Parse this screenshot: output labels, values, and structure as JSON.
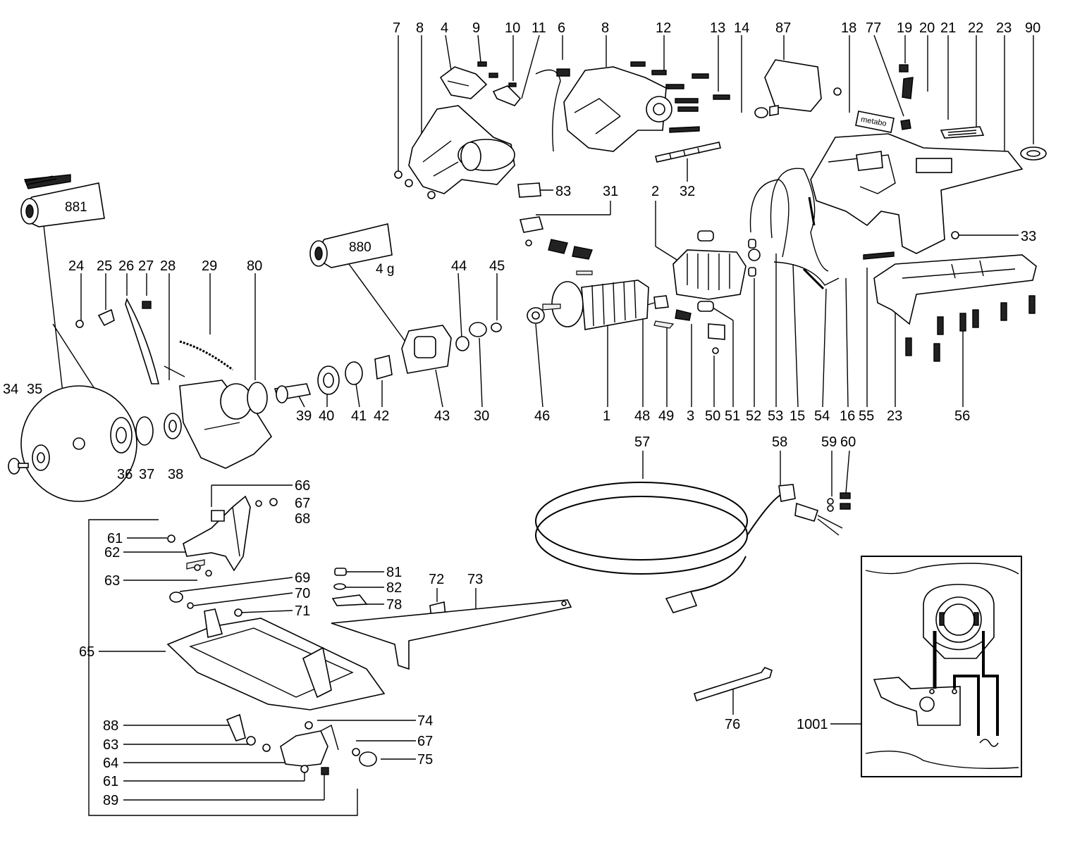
{
  "diagram": {
    "type": "exploded-parts-view",
    "colors": {
      "line": "#000000",
      "fill": "#ffffff",
      "dark": "#222222"
    }
  },
  "labels": {
    "p7": "7",
    "p8a": "8",
    "p4": "4",
    "p9": "9",
    "p10": "10",
    "p11": "11",
    "p6": "6",
    "p8b": "8",
    "p12": "12",
    "p13": "13",
    "p14": "14",
    "p87": "87",
    "p18": "18",
    "p77": "77",
    "p19": "19",
    "p20": "20",
    "p21": "21",
    "p22": "22",
    "p23a": "23",
    "p90": "90",
    "p83": "83",
    "p31": "31",
    "p2": "2",
    "p32": "32",
    "p33": "33",
    "p24": "24",
    "p25": "25",
    "p26": "26",
    "p27": "27",
    "p28": "28",
    "p29": "29",
    "p80": "80",
    "p44": "44",
    "p45": "45",
    "p34": "34",
    "p35": "35",
    "p36": "36",
    "p37": "37",
    "p38": "38",
    "p39": "39",
    "p40": "40",
    "p41": "41",
    "p42": "42",
    "p43": "43",
    "p30": "30",
    "p46": "46",
    "p1": "1",
    "p48": "48",
    "p49": "49",
    "p3": "3",
    "p50": "50",
    "p51": "51",
    "p52": "52",
    "p53": "53",
    "p15": "15",
    "p54": "54",
    "p16": "16",
    "p55": "55",
    "p23b": "23",
    "p56": "56",
    "p57": "57",
    "p58": "58",
    "p59": "59",
    "p60": "60",
    "p66": "66",
    "p67a": "67",
    "p68": "68",
    "p61a": "61",
    "p62": "62",
    "p63a": "63",
    "p69": "69",
    "p70": "70",
    "p71": "71",
    "p81": "81",
    "p82": "82",
    "p78": "78",
    "p72": "72",
    "p73": "73",
    "p65": "65",
    "p88": "88",
    "p74": "74",
    "p63b": "63",
    "p67b": "67",
    "p64": "64",
    "p75": "75",
    "p61b": "61",
    "p89": "89",
    "p76": "76",
    "p1001": "1001"
  },
  "tubes": {
    "t881": "881",
    "t880": "880",
    "t880_qty": "4 g"
  },
  "logo": {
    "text": "metabo"
  }
}
